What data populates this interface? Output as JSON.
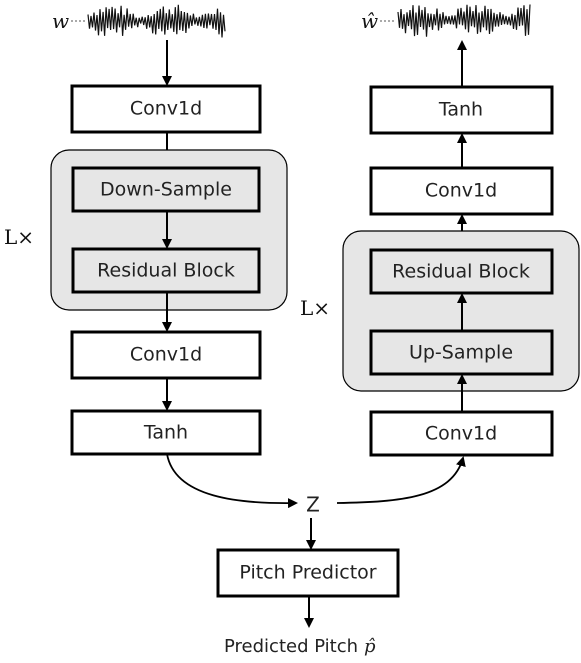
{
  "encoder": {
    "input_signal": "w",
    "conv_top": "Conv1d",
    "down_sample": "Down-Sample",
    "residual_block": "Residual Block",
    "repeat": "L×",
    "conv_bottom": "Conv1d",
    "tanh": "Tanh"
  },
  "latent": "Z",
  "decoder": {
    "output_signal": "ŵ",
    "tanh": "Tanh",
    "conv_top": "Conv1d",
    "residual_block": "Residual Block",
    "up_sample": "Up-Sample",
    "repeat": "L×",
    "conv_bottom": "Conv1d"
  },
  "pitch_predictor": "Pitch Predictor",
  "predicted_pitch_label": "Predicted Pitch",
  "predicted_pitch_symbol": "p̂"
}
